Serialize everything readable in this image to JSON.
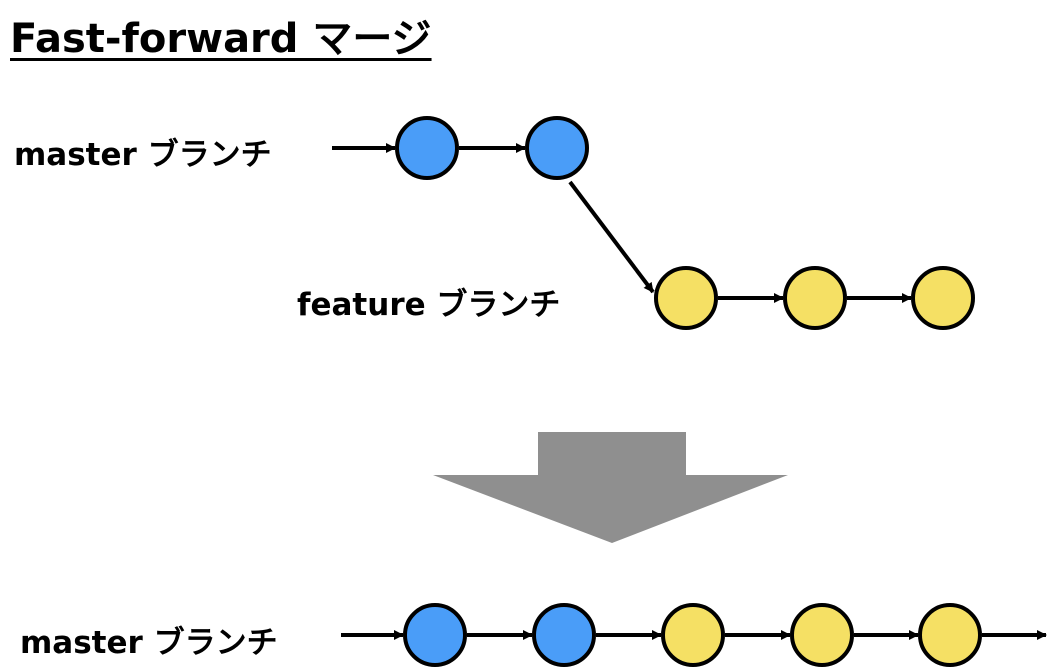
{
  "title": "Fast-forward マージ",
  "before": {
    "master_label": "master ブランチ",
    "feature_label": "feature ブランチ"
  },
  "after": {
    "master_label": "master ブランチ"
  },
  "colors": {
    "master_commit": "#4a9df8",
    "feature_commit": "#f5e064",
    "outline": "#000000",
    "merge_arrow": "#8f8f8f"
  },
  "icons": {
    "merge_arrow": "down-arrow-icon",
    "commit": "commit-circle-icon"
  }
}
